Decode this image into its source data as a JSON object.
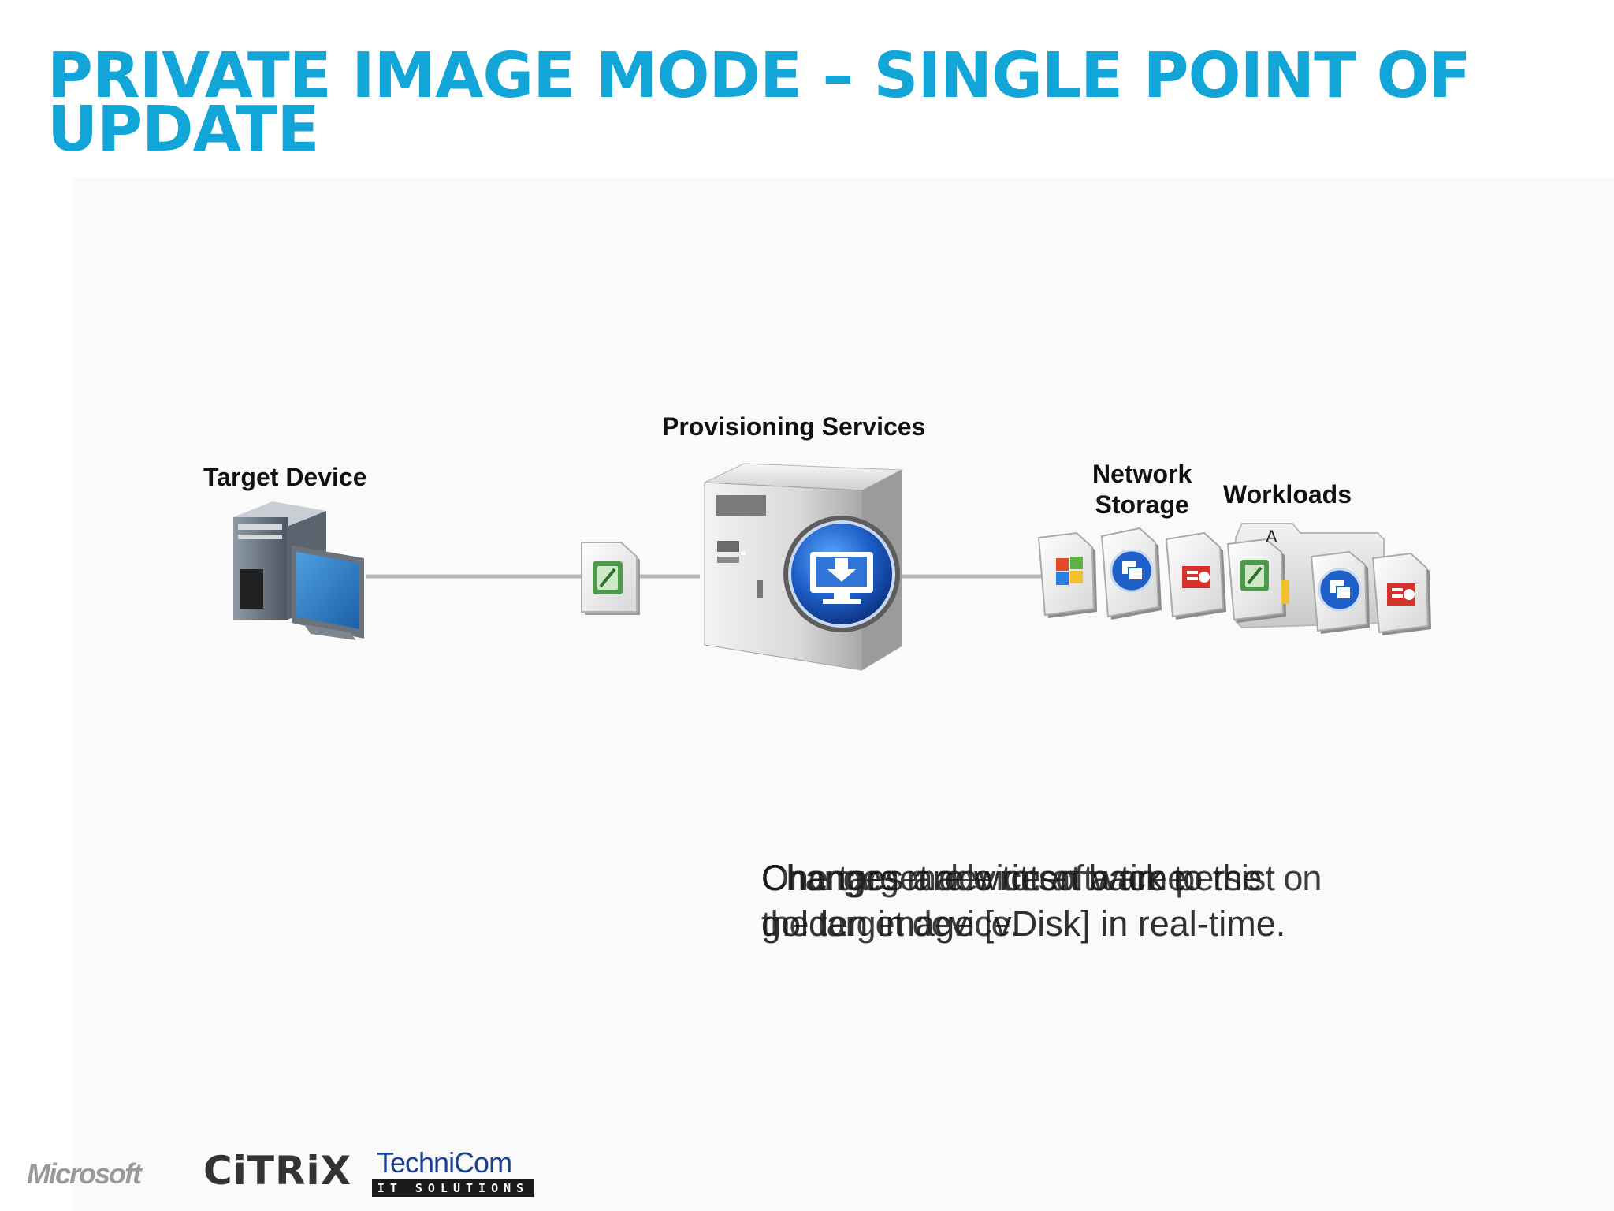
{
  "slide": {
    "title": "PRIVATE IMAGE MODE – SINGLE POINT OF UPDATE"
  },
  "diagram": {
    "target_device_label": "Target Device",
    "provisioning_label": "Provisioning Services",
    "network_storage_label_line1": "Network",
    "network_storage_label_line2": "Storage",
    "workloads_label": "Workloads",
    "workloads_marker": "A"
  },
  "notes": [
    "One target device at a time.",
    "Changes made to software persist on the target device.",
    "Changes are written back to the golden image [vDisk] in real-time."
  ],
  "logos": {
    "microsoft": "Microsoft",
    "citrix": "CiTRiX",
    "technicom": "TechniCom",
    "technicom_tagline": "IT SOLUTIONS"
  },
  "colors": {
    "title": "#12a6d8",
    "connector": "#b5b5b5",
    "server_badge": "#1e5fc8"
  }
}
